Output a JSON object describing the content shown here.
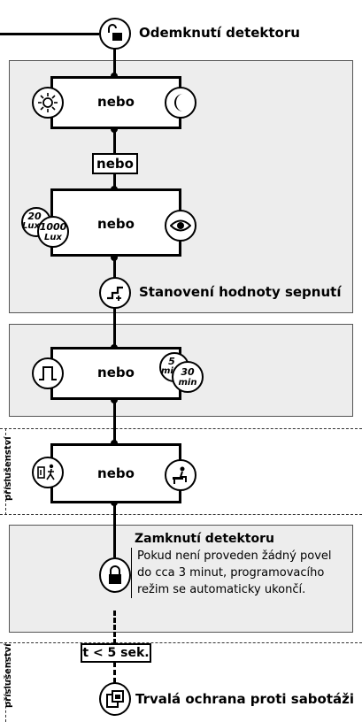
{
  "steps": {
    "unlock_label": "Odemknutí detektoru",
    "setpoint_label": "Stanovení hodnoty sepnutí",
    "lock_title": "Zamknutí detektoru",
    "lock_text": "Pokud není proveden žádný povel do cca 3 minut, programovacího režim se automaticky ukončí.",
    "tamper_label": "Trvalá ochrana proti sabotáži"
  },
  "groups": {
    "or_1": "nebo",
    "or_between": "nebo",
    "or_2": "nebo",
    "or_3": "nebo",
    "or_4": "nebo"
  },
  "lux": {
    "low": "20",
    "low_unit": "Lux",
    "high": "1000",
    "high_unit": "Lux"
  },
  "time": {
    "short": "5",
    "short_unit": "min",
    "long": "30",
    "long_unit": "min"
  },
  "accessory_label": "příslušenství",
  "timer_box": "t < 5 sek.",
  "icons": [
    "unlock-icon",
    "sun-icon",
    "moon-icon",
    "lux-icon",
    "eye-icon",
    "setpoint-icon",
    "pulse-icon",
    "timer-icon",
    "walk-out-icon",
    "presence-icon",
    "lock-icon",
    "tamper-icon"
  ]
}
